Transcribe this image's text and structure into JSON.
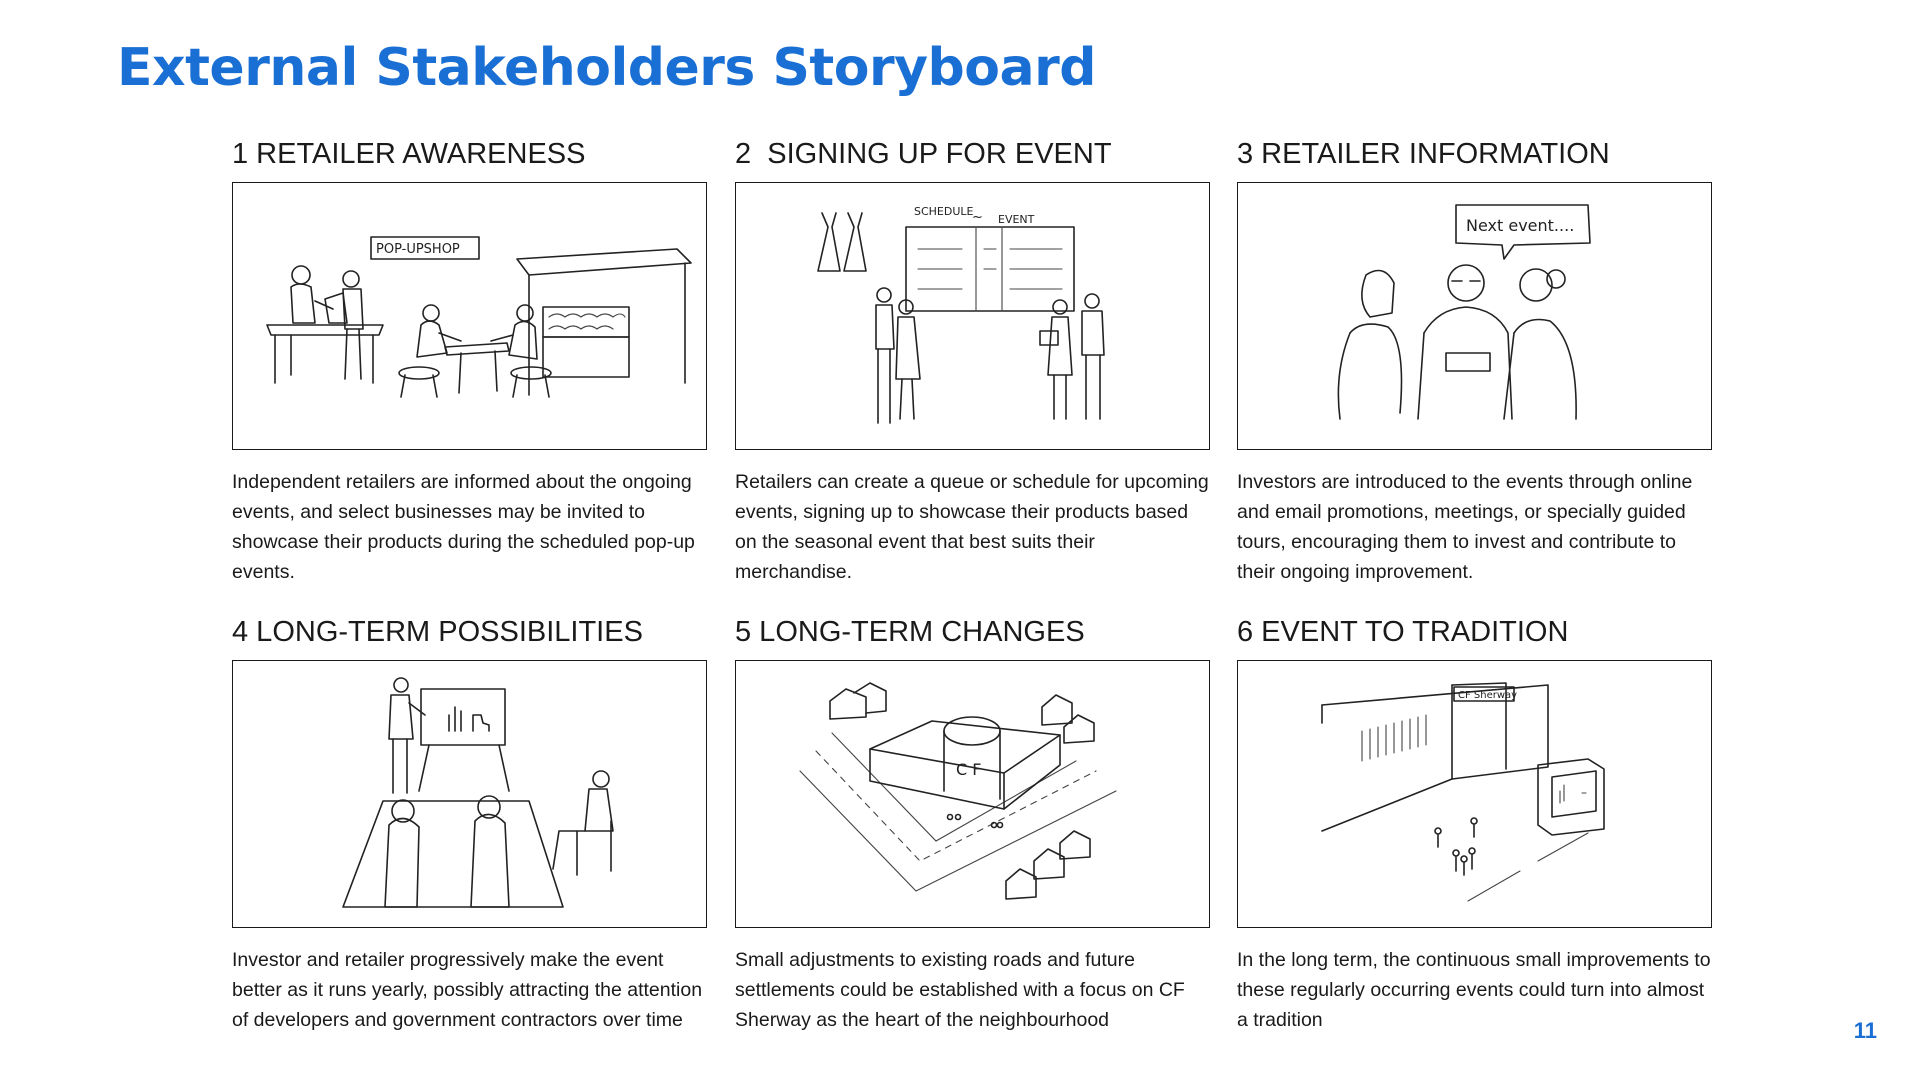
{
  "title": "External Stakeholders Storyboard",
  "page_number": "11",
  "panels": [
    {
      "heading": "1 RETAILER AWARENESS",
      "caption": "Independent retailers are informed about the ongoing events, and select businesses may be invited to showcase their products during the scheduled pop-up events.",
      "sketch_text": [
        "POP-UPSHOP"
      ]
    },
    {
      "heading": "2  SIGNING UP FOR EVENT",
      "caption": "Retailers can create a queue or schedule for upcoming events, signing up to showcase their products based on the seasonal event that best suits their merchandise.",
      "sketch_text": [
        "SCHEDULE",
        "~",
        "EVENT"
      ]
    },
    {
      "heading": "3 RETAILER INFORMATION",
      "caption": "Investors are introduced to the events through online and email promotions, meetings, or specially guided tours, encouraging them to invest and contribute to their ongoing improvement.",
      "sketch_text": [
        "Next event...."
      ]
    },
    {
      "heading": "4 LONG-TERM POSSIBILITIES",
      "caption": "Investor and retailer progressively make the event better as it runs yearly, possibly attracting the attention of developers and government contractors over time",
      "sketch_text": []
    },
    {
      "heading": "5 LONG-TERM CHANGES",
      "caption": "Small adjustments to existing roads and future settlements could be established with a focus on CF Sherway as the heart of the neighbourhood",
      "sketch_text": [
        "C F"
      ]
    },
    {
      "heading": "6 EVENT TO TRADITION",
      "caption": "In the long term, the continuous small improvements to these regularly occurring events could turn into almost a tradition",
      "sketch_text": [
        "CF Sherway"
      ]
    }
  ]
}
